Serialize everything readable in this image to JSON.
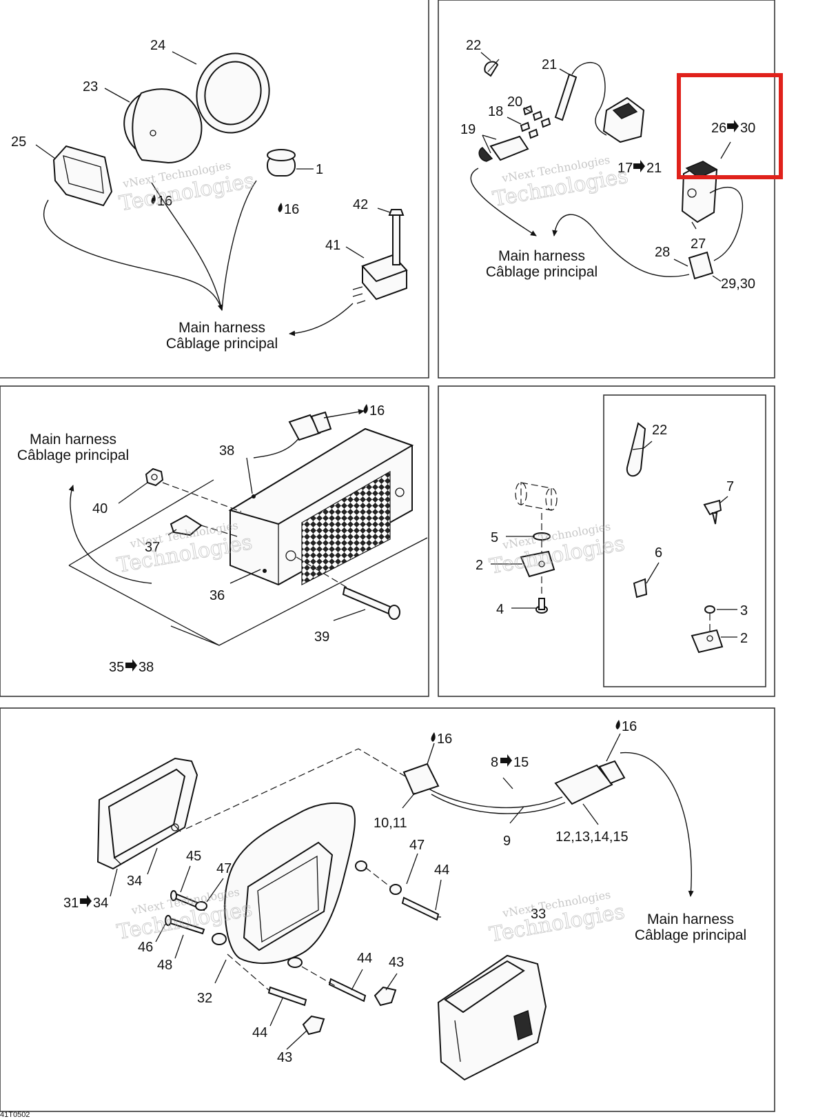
{
  "callouts": {
    "p1": [
      "24",
      "23",
      "25",
      "1",
      "16",
      "16",
      "42",
      "41"
    ],
    "p2": [
      "22",
      "21",
      "20",
      "18",
      "19",
      "26",
      "30",
      "17",
      "21",
      "27",
      "28",
      "29,30"
    ],
    "p3": [
      "16",
      "38",
      "40",
      "37",
      "36",
      "39",
      "35",
      "38"
    ],
    "p4": [
      "22",
      "7",
      "6",
      "5",
      "2",
      "4",
      "3",
      "2"
    ],
    "p5": [
      "16",
      "16",
      "8",
      "15",
      "10,11",
      "9",
      "12,13,14,15",
      "45",
      "47",
      "47",
      "44",
      "34",
      "31",
      "34",
      "46",
      "48",
      "33",
      "32",
      "44",
      "43",
      "44",
      "43"
    ]
  },
  "harness_captions": {
    "line1": "Main harness",
    "line2": "Câblage principal"
  },
  "watermark": {
    "line1": "vNext Technologies",
    "line2": "Technologies"
  },
  "figure_code": "41T0502",
  "highlight_color": "#e0211b"
}
